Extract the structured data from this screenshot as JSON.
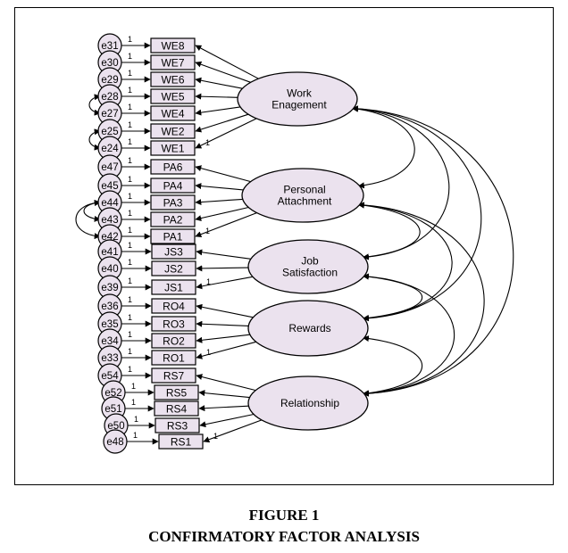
{
  "factors": [
    {
      "id": "we",
      "label_lines": [
        "Work",
        "Enagement"
      ]
    },
    {
      "id": "pa",
      "label_lines": [
        "Personal",
        "Attachment"
      ]
    },
    {
      "id": "js",
      "label_lines": [
        "Job",
        "Satisfaction"
      ]
    },
    {
      "id": "ro",
      "label_lines": [
        "Rewards"
      ]
    },
    {
      "id": "rs",
      "label_lines": [
        "Relationship"
      ]
    }
  ],
  "indicators": [
    {
      "label": "WE8",
      "error": "e31",
      "factor": "we"
    },
    {
      "label": "WE7",
      "error": "e30",
      "factor": "we"
    },
    {
      "label": "WE6",
      "error": "e29",
      "factor": "we"
    },
    {
      "label": "WE5",
      "error": "e28",
      "factor": "we"
    },
    {
      "label": "WE4",
      "error": "e27",
      "factor": "we"
    },
    {
      "label": "WE2",
      "error": "e25",
      "factor": "we"
    },
    {
      "label": "WE1",
      "error": "e24",
      "factor": "we"
    },
    {
      "label": "PA6",
      "error": "e47",
      "factor": "pa"
    },
    {
      "label": "PA4",
      "error": "e45",
      "factor": "pa"
    },
    {
      "label": "PA3",
      "error": "e44",
      "factor": "pa"
    },
    {
      "label": "PA2",
      "error": "e43",
      "factor": "pa"
    },
    {
      "label": "PA1",
      "error": "e42",
      "factor": "pa"
    },
    {
      "label": "JS3",
      "error": "e41",
      "factor": "js"
    },
    {
      "label": "JS2",
      "error": "e40",
      "factor": "js"
    },
    {
      "label": "JS1",
      "error": "e39",
      "factor": "js"
    },
    {
      "label": "RO4",
      "error": "e36",
      "factor": "ro"
    },
    {
      "label": "RO3",
      "error": "e35",
      "factor": "ro"
    },
    {
      "label": "RO2",
      "error": "e34",
      "factor": "ro"
    },
    {
      "label": "RO1",
      "error": "e33",
      "factor": "ro"
    },
    {
      "label": "RS7",
      "error": "e54",
      "factor": "rs"
    },
    {
      "label": "RS5",
      "error": "e52",
      "factor": "rs"
    },
    {
      "label": "RS4",
      "error": "e51",
      "factor": "rs"
    },
    {
      "label": "RS3",
      "error": "e50",
      "factor": "rs"
    },
    {
      "label": "RS1",
      "error": "e48",
      "factor": "rs"
    }
  ],
  "path_weight_label": "1",
  "caption": {
    "line1": "FIGURE 1",
    "line2": "CONFIRMATORY FACTOR ANALYSIS"
  },
  "colors": {
    "node_fill": "#ebe2ee",
    "stroke": "#000000"
  }
}
